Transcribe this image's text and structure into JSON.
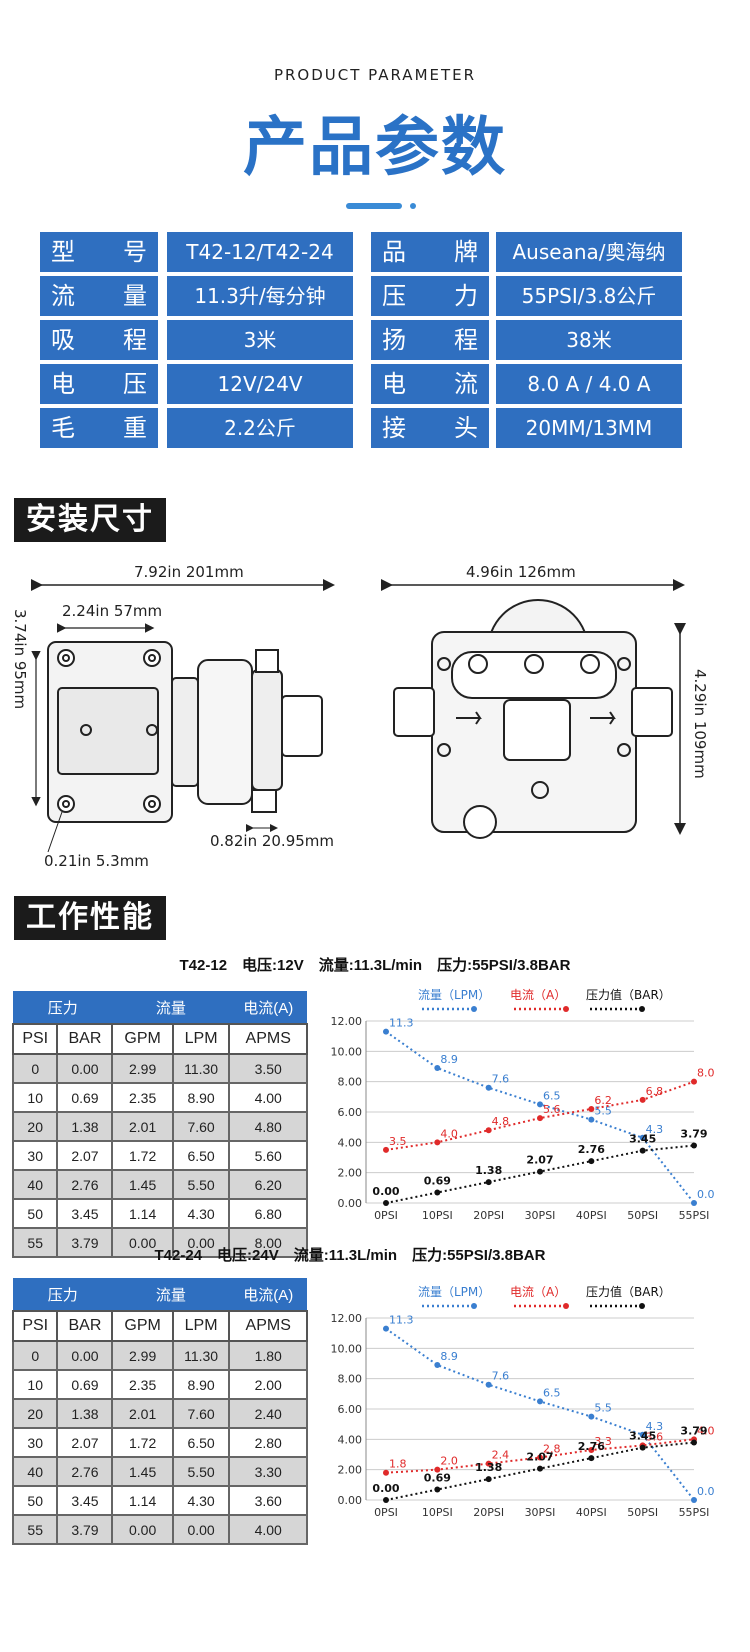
{
  "header": {
    "subtitle": "PRODUCT PARAMETER",
    "title": "产品参数"
  },
  "specs": [
    {
      "k1": "型　　号",
      "v1": "T42-12/T42-24",
      "k2": "品　　牌",
      "v2": "Auseana/奥海纳"
    },
    {
      "k1": "流　　量",
      "v1": "11.3升/每分钟",
      "k2": "压　　力",
      "v2": "55PSI/3.8公斤"
    },
    {
      "k1": "吸　　程",
      "v1": "3米",
      "k2": "扬　　程",
      "v2": "38米"
    },
    {
      "k1": "电　　压",
      "v1": "12V/24V",
      "k2": "电　　流",
      "v2": "8.0 A / 4.0 A"
    },
    {
      "k1": "毛　　重",
      "v1": "2.2公斤",
      "k2": "接　　头",
      "v2": "20MM/13MM"
    }
  ],
  "sections": {
    "install": "安装尺寸",
    "perf": "工作性能"
  },
  "dims": {
    "overall_length": "7.92in 201mm",
    "mount_width": "2.24in 57mm",
    "height": "3.74in 95mm",
    "hole": "0.21in 5.3mm",
    "port": "0.82in 20.95mm",
    "front_width": "4.96in 126mm",
    "front_height": "4.29in 109mm"
  },
  "table_headers": {
    "groups": [
      "压力",
      "流量",
      "电流(A)"
    ],
    "cols": [
      "PSI",
      "BAR",
      "GPM",
      "LPM",
      "APMS"
    ]
  },
  "legend": {
    "flow": "流量（LPM）",
    "current": "电流（A）",
    "pressure": "压力值（BAR）"
  },
  "colors": {
    "flow": "#3a7fd0",
    "current": "#e02a2a",
    "pressure": "#111111",
    "header_blue": "#2f6fc0"
  },
  "chart_data": [
    {
      "type": "line",
      "title": "T42-12　电压:12V　流量:11.3L/min　压力:55PSI/3.8BAR",
      "categories": [
        "0PSI",
        "10PSI",
        "20PSI",
        "30PSI",
        "40PSI",
        "50PSI",
        "55PSI"
      ],
      "ylim": [
        0,
        12
      ],
      "yticks": [
        "0.00",
        "2.00",
        "4.00",
        "6.00",
        "8.00",
        "10.00",
        "12.00"
      ],
      "series": [
        {
          "name": "流量（LPM）",
          "values": [
            11.3,
            8.9,
            7.6,
            6.5,
            5.5,
            4.3,
            0.0
          ],
          "labels": [
            "11.3",
            "8.9",
            "7.6",
            "6.5",
            "5.5",
            "4.3",
            "0.0"
          ]
        },
        {
          "name": "电流（A）",
          "values": [
            3.5,
            4.0,
            4.8,
            5.6,
            6.2,
            6.8,
            8.0
          ],
          "labels": [
            "3.5",
            "4.0",
            "4.8",
            "5.6",
            "6.2",
            "6.8",
            "8.0"
          ]
        },
        {
          "name": "压力值（BAR）",
          "values": [
            0.0,
            0.69,
            1.38,
            2.07,
            2.76,
            3.45,
            3.79
          ],
          "labels": [
            "0.00",
            "0.69",
            "1.38",
            "2.07",
            "2.76",
            "3.45",
            "3.79"
          ]
        }
      ],
      "table": [
        [
          "0",
          "0.00",
          "2.99",
          "11.30",
          "3.50"
        ],
        [
          "10",
          "0.69",
          "2.35",
          "8.90",
          "4.00"
        ],
        [
          "20",
          "1.38",
          "2.01",
          "7.60",
          "4.80"
        ],
        [
          "30",
          "2.07",
          "1.72",
          "6.50",
          "5.60"
        ],
        [
          "40",
          "2.76",
          "1.45",
          "5.50",
          "6.20"
        ],
        [
          "50",
          "3.45",
          "1.14",
          "4.30",
          "6.80"
        ],
        [
          "55",
          "3.79",
          "0.00",
          "0.00",
          "8.00"
        ]
      ]
    },
    {
      "type": "line",
      "title": "T42-24　电压:24V　流量:11.3L/min　压力:55PSI/3.8BAR",
      "categories": [
        "0PSI",
        "10PSI",
        "20PSI",
        "30PSI",
        "40PSI",
        "50PSI",
        "55PSI"
      ],
      "ylim": [
        0,
        12
      ],
      "yticks": [
        "0.00",
        "2.00",
        "4.00",
        "6.00",
        "8.00",
        "10.00",
        "12.00"
      ],
      "series": [
        {
          "name": "流量（LPM）",
          "values": [
            11.3,
            8.9,
            7.6,
            6.5,
            5.5,
            4.3,
            0.0
          ],
          "labels": [
            "11.3",
            "8.9",
            "7.6",
            "6.5",
            "5.5",
            "4.3",
            "0.0"
          ]
        },
        {
          "name": "电流（A）",
          "values": [
            1.8,
            2.0,
            2.4,
            2.8,
            3.3,
            3.6,
            4.0
          ],
          "labels": [
            "1.8",
            "2.0",
            "2.4",
            "2.8",
            "3.3",
            "3.6",
            "4.0"
          ]
        },
        {
          "name": "压力值（BAR）",
          "values": [
            0.0,
            0.69,
            1.38,
            2.07,
            2.76,
            3.45,
            3.79
          ],
          "labels": [
            "0.00",
            "0.69",
            "1.38",
            "2.07",
            "2.76",
            "3.45",
            "3.79"
          ]
        }
      ],
      "table": [
        [
          "0",
          "0.00",
          "2.99",
          "11.30",
          "1.80"
        ],
        [
          "10",
          "0.69",
          "2.35",
          "8.90",
          "2.00"
        ],
        [
          "20",
          "1.38",
          "2.01",
          "7.60",
          "2.40"
        ],
        [
          "30",
          "2.07",
          "1.72",
          "6.50",
          "2.80"
        ],
        [
          "40",
          "2.76",
          "1.45",
          "5.50",
          "3.30"
        ],
        [
          "50",
          "3.45",
          "1.14",
          "4.30",
          "3.60"
        ],
        [
          "55",
          "3.79",
          "0.00",
          "0.00",
          "4.00"
        ]
      ]
    }
  ]
}
